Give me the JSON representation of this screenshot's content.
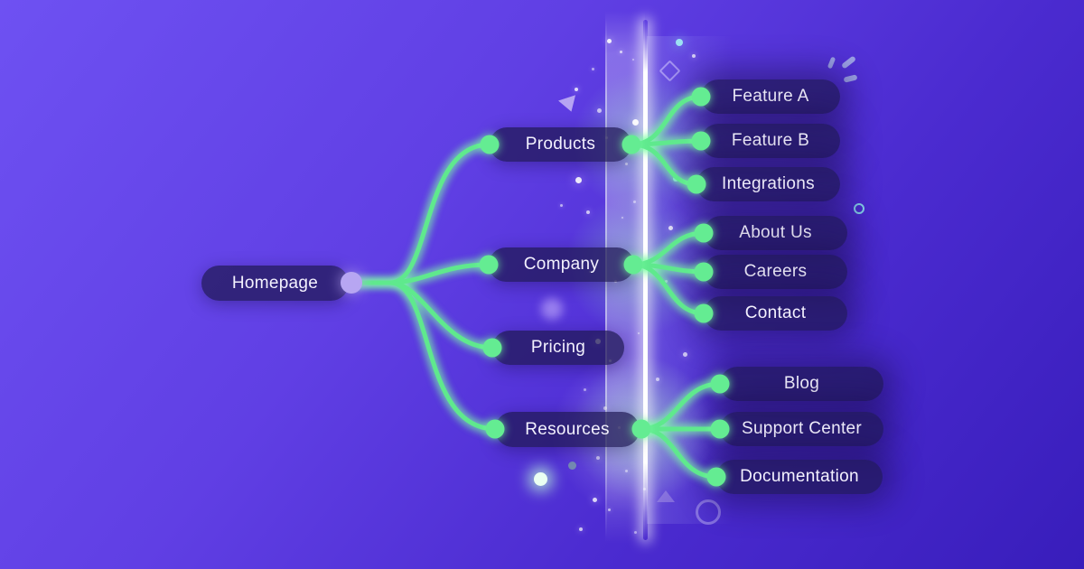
{
  "diagram": {
    "type": "sitemap-tree",
    "root": {
      "label": "Homepage",
      "children": [
        {
          "label": "Products",
          "children": [
            {
              "label": "Feature A"
            },
            {
              "label": "Feature B"
            },
            {
              "label": "Integrations"
            }
          ]
        },
        {
          "label": "Company",
          "children": [
            {
              "label": "About Us"
            },
            {
              "label": "Careers"
            },
            {
              "label": "Contact"
            }
          ]
        },
        {
          "label": "Pricing",
          "children": []
        },
        {
          "label": "Resources",
          "children": [
            {
              "label": "Blog"
            },
            {
              "label": "Support Center"
            },
            {
              "label": "Documentation"
            }
          ]
        }
      ]
    }
  },
  "nodes": {
    "homepage": "Homepage",
    "products": "Products",
    "company": "Company",
    "pricing": "Pricing",
    "resources": "Resources",
    "feature_a": "Feature A",
    "feature_b": "Feature B",
    "integrations": "Integrations",
    "about_us": "About Us",
    "careers": "Careers",
    "contact": "Contact",
    "blog": "Blog",
    "support_center": "Support Center",
    "documentation": "Documentation"
  },
  "colors": {
    "background_start": "#6E51F2",
    "background_end": "#381DBB",
    "node_fill": "rgba(30,23,82,0.72)",
    "node_text": "#F3F1FE",
    "connector_green": "#5FE98D",
    "root_dot": "#B7A6F2",
    "beam_white": "#FFFFFF"
  }
}
